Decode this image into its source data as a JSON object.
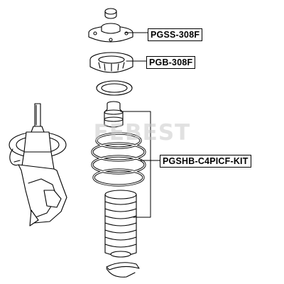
{
  "labels": {
    "mount": "PGSS-308F",
    "bearing": "PGB-308F",
    "kit": "PGSHB-C4PICF-KIT"
  },
  "watermark": {
    "text": "FEBEST",
    "logo_color": "#d0d0d0"
  },
  "colors": {
    "line": "#000000",
    "fill": "#ffffff"
  }
}
